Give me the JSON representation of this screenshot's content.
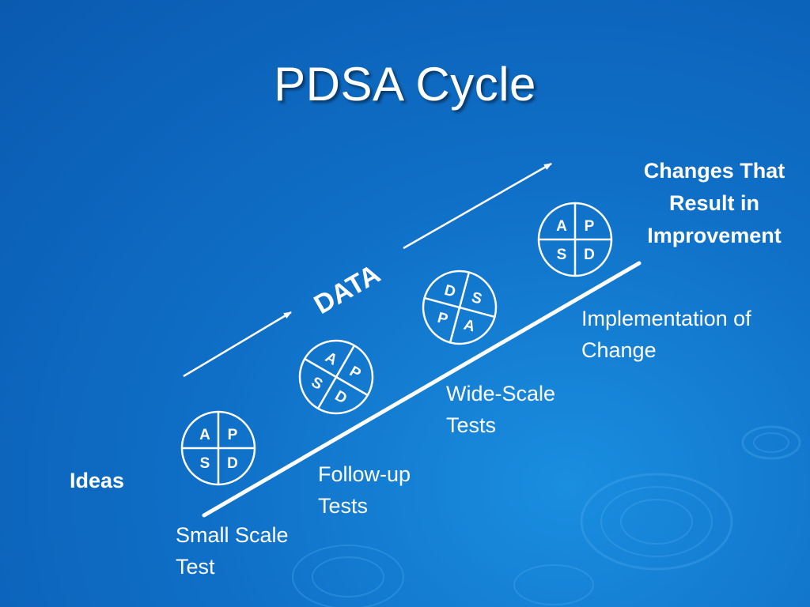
{
  "slide": {
    "title": "PDSA Cycle"
  },
  "diagram": {
    "data_label": "DATA",
    "goal": {
      "line1": "Changes That",
      "line2": "Result in",
      "line3": "Improvement"
    },
    "ideas": "Ideas",
    "stages": [
      {
        "line1": "Small Scale",
        "line2": "Test"
      },
      {
        "line1": "Follow-up",
        "line2": "Tests"
      },
      {
        "line1": "Wide-Scale",
        "line2": "Tests"
      },
      {
        "line1": "Implementation of",
        "line2": "Change"
      }
    ],
    "cycles": [
      {
        "q1": "A",
        "q2": "P",
        "q3": "S",
        "q4": "D"
      },
      {
        "q1": "A",
        "q2": "P",
        "q3": "S",
        "q4": "D"
      },
      {
        "q1": "D",
        "q2": "S",
        "q3": "P",
        "q4": "A"
      },
      {
        "q1": "A",
        "q2": "P",
        "q3": "S",
        "q4": "D"
      }
    ]
  },
  "colors": {
    "background": "#0f6fc6",
    "foreground": "#ffffff"
  }
}
